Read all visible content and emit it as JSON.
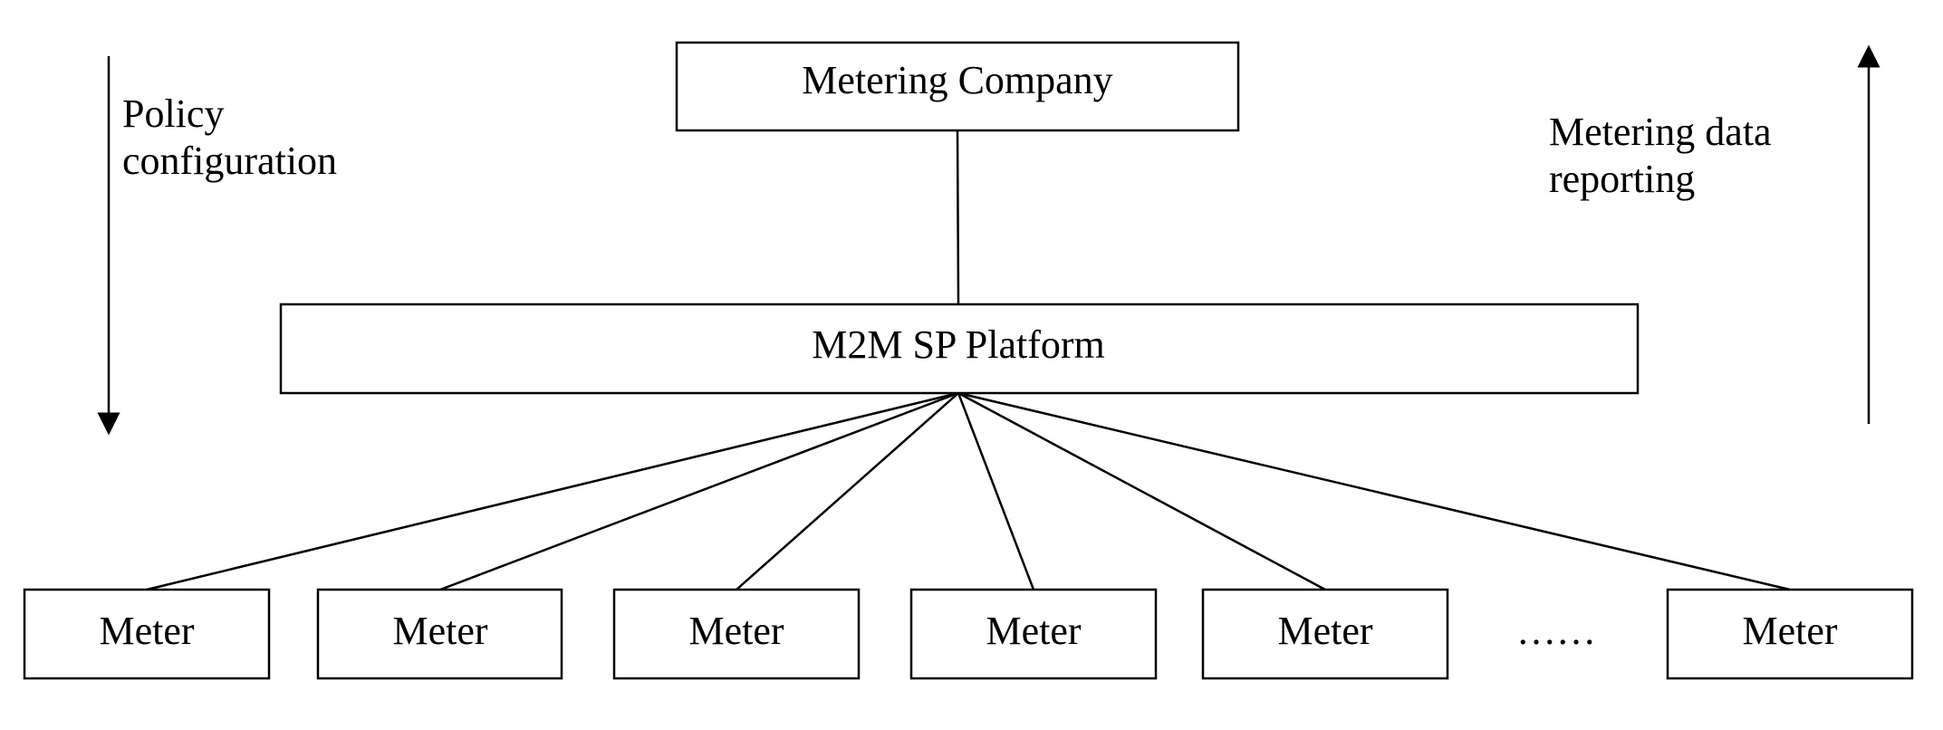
{
  "diagram": {
    "top_node": {
      "label": "Metering Company"
    },
    "middle_node": {
      "label": "M2M SP Platform"
    },
    "meters": [
      {
        "label": "Meter"
      },
      {
        "label": "Meter"
      },
      {
        "label": "Meter"
      },
      {
        "label": "Meter"
      },
      {
        "label": "Meter"
      },
      {
        "label": "Meter"
      }
    ],
    "ellipsis": "……",
    "left_arrow": {
      "direction": "down",
      "label_lines": [
        "Policy",
        "configuration"
      ]
    },
    "right_arrow": {
      "direction": "up",
      "label_lines": [
        "Metering data",
        "reporting"
      ]
    }
  }
}
